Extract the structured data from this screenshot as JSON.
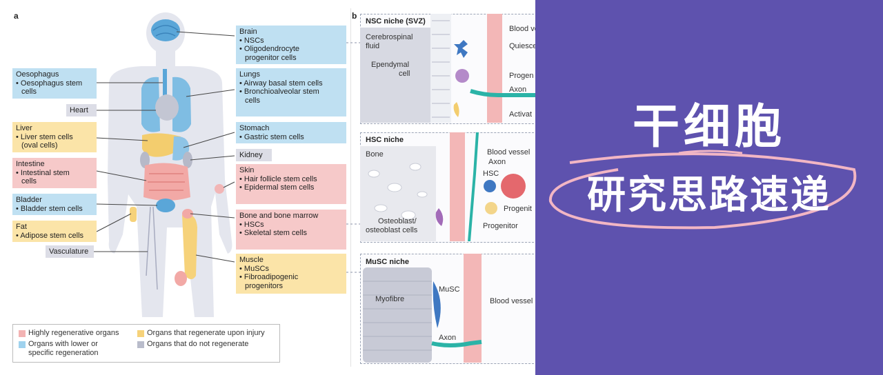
{
  "panel_a": {
    "letter": "a",
    "left_boxes": [
      {
        "title": "Oesophagus",
        "items": [
          "Oesophagus stem",
          "cells"
        ],
        "color": "blue"
      },
      {
        "title": "Heart",
        "items": [],
        "color": "grey"
      },
      {
        "title": "Liver",
        "items": [
          "Liver stem cells",
          "(oval cells)"
        ],
        "color": "yellow"
      },
      {
        "title": "Intestine",
        "items": [
          "Intestinal stem",
          "cells"
        ],
        "color": "pink"
      },
      {
        "title": "Bladder",
        "items": [
          "Bladder stem cells"
        ],
        "color": "blue"
      },
      {
        "title": "Fat",
        "items": [
          "Adipose stem cells"
        ],
        "color": "yellow"
      },
      {
        "title": "Vasculature",
        "items": [],
        "color": "grey"
      }
    ],
    "right_boxes": [
      {
        "title": "Brain",
        "items": [
          "NSCs",
          "Oligodendrocyte",
          "progenitor cells"
        ],
        "color": "blue"
      },
      {
        "title": "Lungs",
        "items": [
          "Airway basal stem cells",
          "Bronchioalveolar stem",
          "cells"
        ],
        "color": "blue"
      },
      {
        "title": "Stomach",
        "items": [
          "Gastric stem cells"
        ],
        "color": "blue"
      },
      {
        "title": "Kidney",
        "items": [],
        "color": "grey"
      },
      {
        "title": "Skin",
        "items": [
          "Hair follicle stem cells",
          "Epidermal stem cells"
        ],
        "color": "pink"
      },
      {
        "title": "Bone and bone marrow",
        "items": [
          "HSCs",
          "Skeletal stem cells"
        ],
        "color": "pink"
      },
      {
        "title": "Muscle",
        "items": [
          "MuSCs",
          "Fibroadipogenic",
          "progenitors"
        ],
        "color": "yellow"
      }
    ],
    "legend": [
      {
        "label": "Highly regenerative organs",
        "color": "#f3b3b3"
      },
      {
        "label": "Organs that regenerate upon injury",
        "color": "#f6d27a"
      },
      {
        "label": "Organs with lower or",
        "label2": "specific regeneration",
        "color": "#9fd2ee"
      },
      {
        "label": "Organs that do not regenerate",
        "color": "#b9bccb"
      }
    ]
  },
  "panel_b": {
    "letter": "b",
    "nsc": {
      "title": "NSC niche (SVZ)",
      "csf": [
        "Cerebrospinal",
        "fluid"
      ],
      "ependymal": [
        "Ependymal",
        "cell"
      ],
      "blood_vessel": "Blood ve",
      "quiescent": "Quiesce",
      "progenitor": "Progen",
      "axon": "Axon",
      "activated": "Activat"
    },
    "hsc": {
      "title": "HSC niche",
      "bone": "Bone",
      "blood_vessel": "Blood vessel",
      "axon": "Axon",
      "hsc": "HSC",
      "progenitor_r": "Progenit",
      "osteoblast": [
        "Osteoblast/",
        "osteoblast cells"
      ],
      "progenitor": "Progenitor"
    },
    "musc": {
      "title": "MuSC niche",
      "myofibre": "Myofibre",
      "musc": "MuSC",
      "blood_vessel": "Blood vessel",
      "axon": "Axon"
    }
  },
  "banner": {
    "title": "干细胞",
    "subtitle": "研究思路速递",
    "bg": "#5e52ae",
    "ring_color": "#f2b6c4"
  }
}
